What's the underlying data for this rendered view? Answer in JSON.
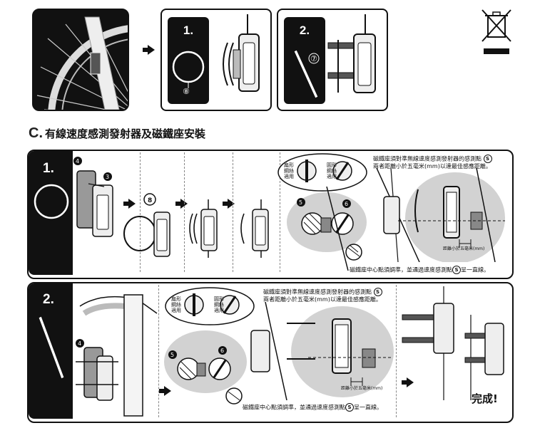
{
  "top_steps": {
    "step1_label": "1.",
    "step2_label": "2.",
    "ref8": "⑧",
    "ref7": "⑦"
  },
  "section": {
    "letter": "C.",
    "title": "有線速度感測發射器及磁鐵座安裝"
  },
  "panel1": {
    "label": "1.",
    "refs": {
      "r4": "4",
      "r3": "3",
      "r8": "8",
      "r5": "5",
      "r6": "6"
    },
    "flat_label": "扁形鋼絲適用",
    "round_label": "圓形鋼絲適用",
    "note_top_a": "磁鐵座須對準無線速度感測發射器的感測點",
    "note_top_b": "兩者距離小於五毫米(mm)以達最佳感應距離。",
    "s_mark": "S",
    "distance_label": "距離小於五毫米(mm)",
    "note_bottom_a": "磁鐵座中心點須調準，並通過速度感測點",
    "note_bottom_b": "呈一直線。"
  },
  "panel2": {
    "label": "2.",
    "refs": {
      "r4": "4",
      "r5": "5",
      "r6": "6"
    },
    "flat_label": "扁形鋼絲適用",
    "round_label": "圓形鋼絲適用",
    "note_top_a": "磁鐵座須對準無線速度感測發射器的感測點",
    "note_top_b": "兩者距離小於五毫米(mm)以達最佳感應距離。",
    "s_mark": "S",
    "distance_label": "距離小於五毫米(mm)",
    "note_bottom_a": "磁鐵座中心點須調準，並通過速度感測點",
    "note_bottom_b": "呈一直線。",
    "done": "完成!"
  },
  "colors": {
    "ink": "#111111",
    "gray_zone": "#d2d2d2",
    "light": "#eeeeee"
  },
  "icons": [
    "wheel-illustration",
    "rubber-ring",
    "cable-tie",
    "sensor-unit",
    "magnet",
    "weee-bin-icon"
  ]
}
